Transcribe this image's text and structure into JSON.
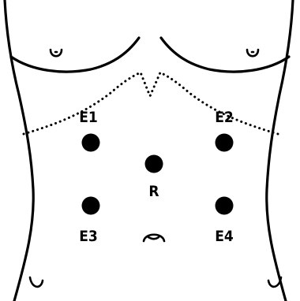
{
  "figure": {
    "electrodes": [
      {
        "id": "E1",
        "label": "E1"
      },
      {
        "id": "E2",
        "label": "E2"
      },
      {
        "id": "R",
        "label": "R"
      },
      {
        "id": "E3",
        "label": "E3"
      },
      {
        "id": "E4",
        "label": "E4"
      }
    ]
  }
}
